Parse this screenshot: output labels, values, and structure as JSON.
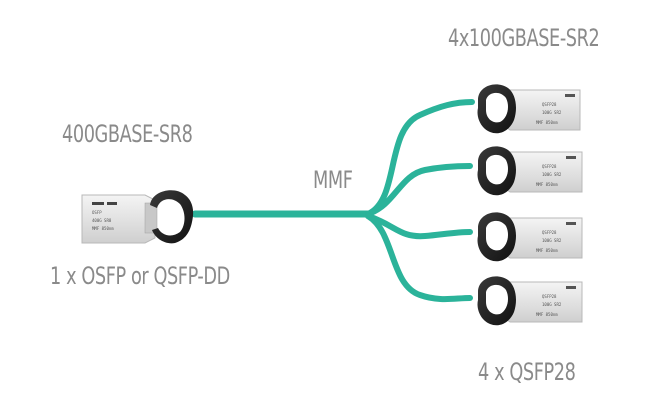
{
  "left": {
    "title": "400GBASE-SR8",
    "subtitle": "1 x OSFP or QSFP-DD"
  },
  "right": {
    "title": "4x100GBASE-SR2",
    "subtitle": "4 x QSFP28"
  },
  "cable": {
    "label": "MMF",
    "color": "#2bb39a"
  }
}
